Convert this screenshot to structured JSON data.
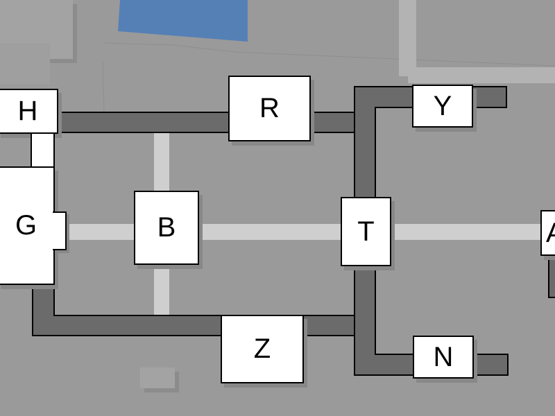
{
  "colors": {
    "background": "#9a9a9a",
    "water": "#5580b5",
    "dark_path": "#6b6b6b",
    "light_path": "#cfcfcf",
    "node": "#ffffff"
  },
  "nodes": {
    "H": "H",
    "R": "R",
    "Y": "Y",
    "G": "G",
    "B": "B",
    "T": "T",
    "A": "A",
    "Z": "Z",
    "N": "N"
  }
}
